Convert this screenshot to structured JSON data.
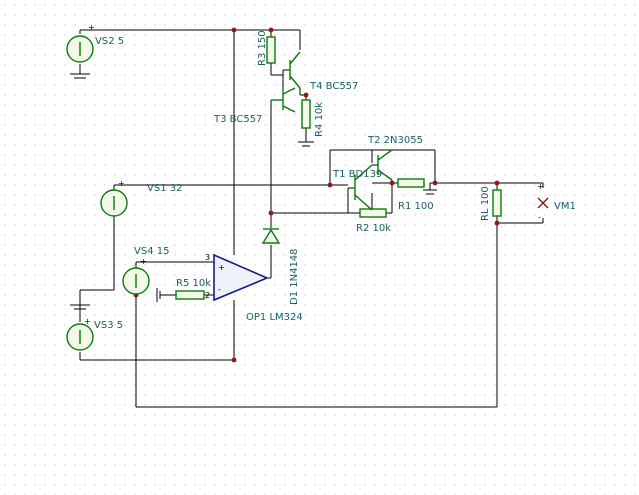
{
  "labels": {
    "vs2": "VS2 5",
    "vs1": "VS1 32",
    "vs4": "VS4 15",
    "vs3": "VS3 5",
    "r3": "R3 150",
    "r4": "R4 10k",
    "r5": "R5 10k",
    "r1": "R1 100",
    "r2": "R2 10k",
    "rl": "RL 100",
    "t3": "T3 BC557",
    "t4": "T4 BC557",
    "t1": "T1 BD139",
    "t2": "T2 2N3055",
    "d1": "D1 1N4148",
    "op1": "OP1 LM324",
    "vm1": "VM1"
  },
  "pins": {
    "plus": "+",
    "minus": "-",
    "op_in_plus": "3",
    "op_in_minus": "2"
  },
  "colors": {
    "grid": "#c8c8c8",
    "wire": "#000000",
    "component": "#0a7a0a",
    "opamp": "#1a1a8a",
    "label": "#1a5f5f",
    "junction": "#8b1a1a",
    "meter": "#8b1a1a"
  }
}
